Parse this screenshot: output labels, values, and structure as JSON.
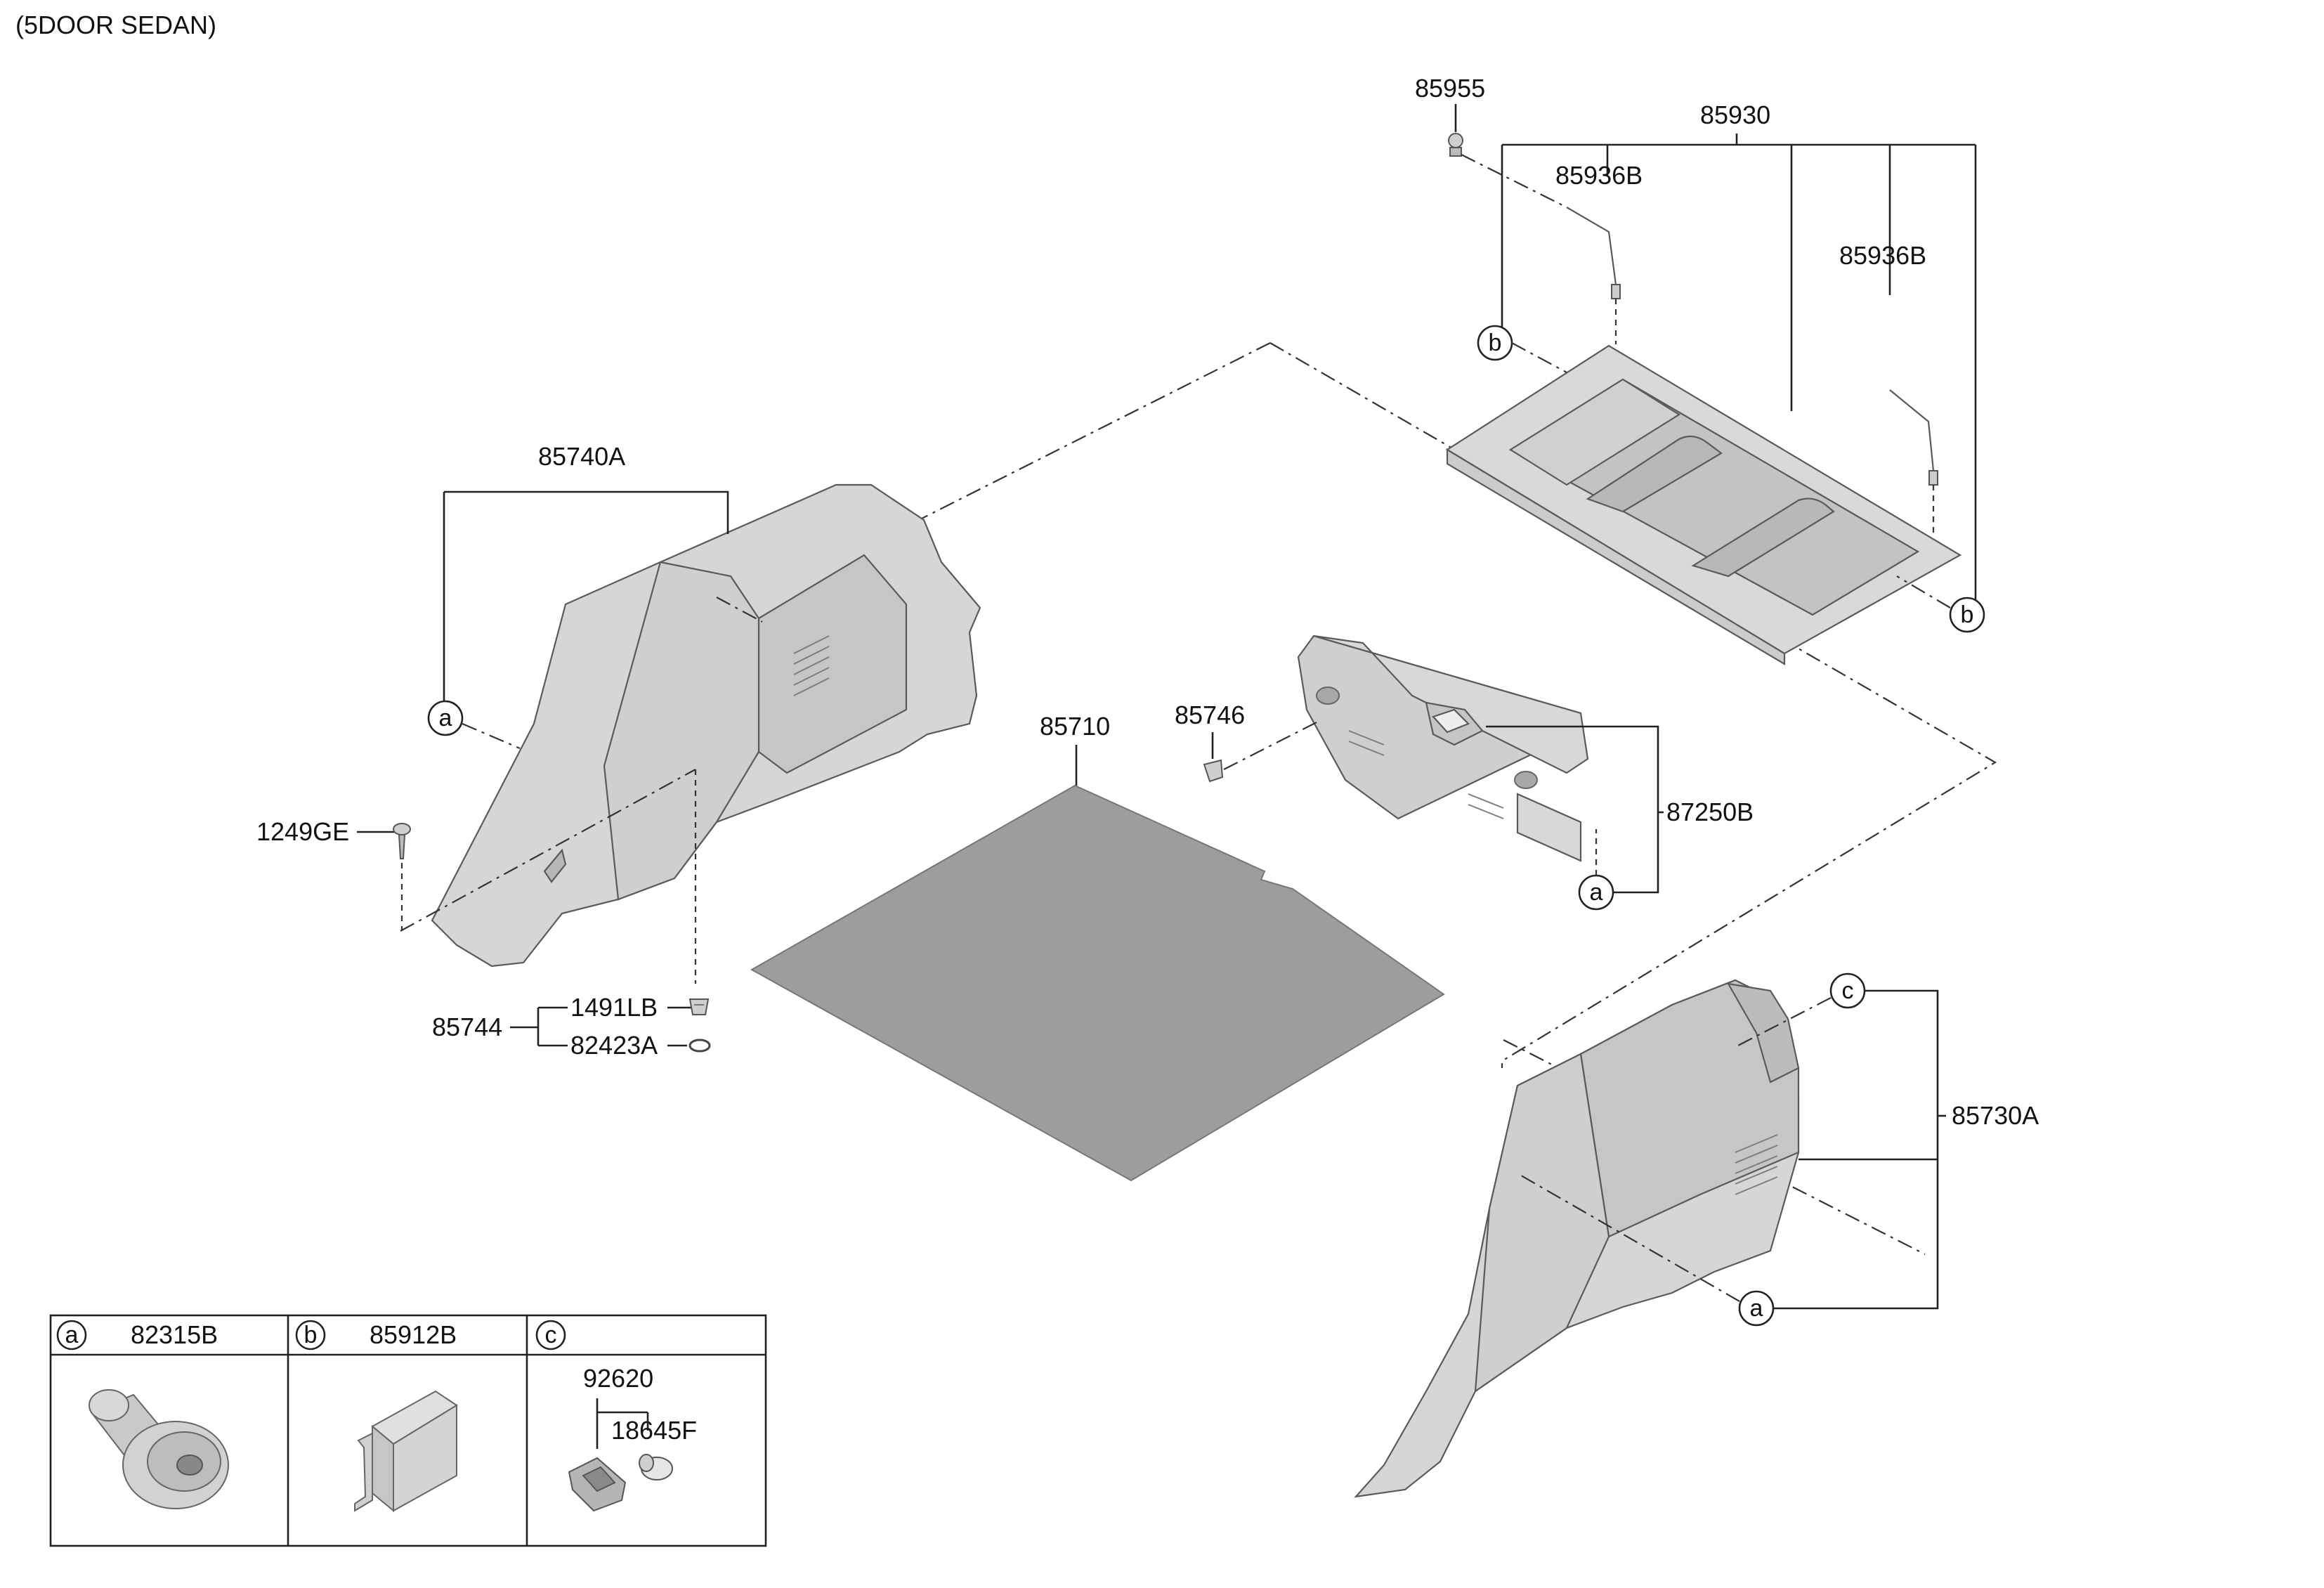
{
  "header": {
    "variant": "(5DOOR SEDAN)"
  },
  "parts": {
    "p85955": "85955",
    "p85930": "85930",
    "p85936B_left": "85936B",
    "p85936B_right": "85936B",
    "p85740A": "85740A",
    "p85710": "85710",
    "p85746": "85746",
    "p87250B": "87250B",
    "p1249GE": "1249GE",
    "p85744": "85744",
    "p1491LB": "1491LB",
    "p82423A": "82423A",
    "p85730A": "85730A"
  },
  "callouts": {
    "a": "a",
    "b": "b",
    "c": "c"
  },
  "legend": {
    "col_a": {
      "letter": "a",
      "part": "82315B"
    },
    "col_b": {
      "letter": "b",
      "part": "85912B"
    },
    "col_c": {
      "letter": "c",
      "part_main": "92620",
      "part_sub": "18645F"
    }
  },
  "colors": {
    "part_fill": "#d7d7d7",
    "part_shade": "#c4c4c4",
    "mat_fill": "#9d9d9d",
    "line": "#222222"
  }
}
